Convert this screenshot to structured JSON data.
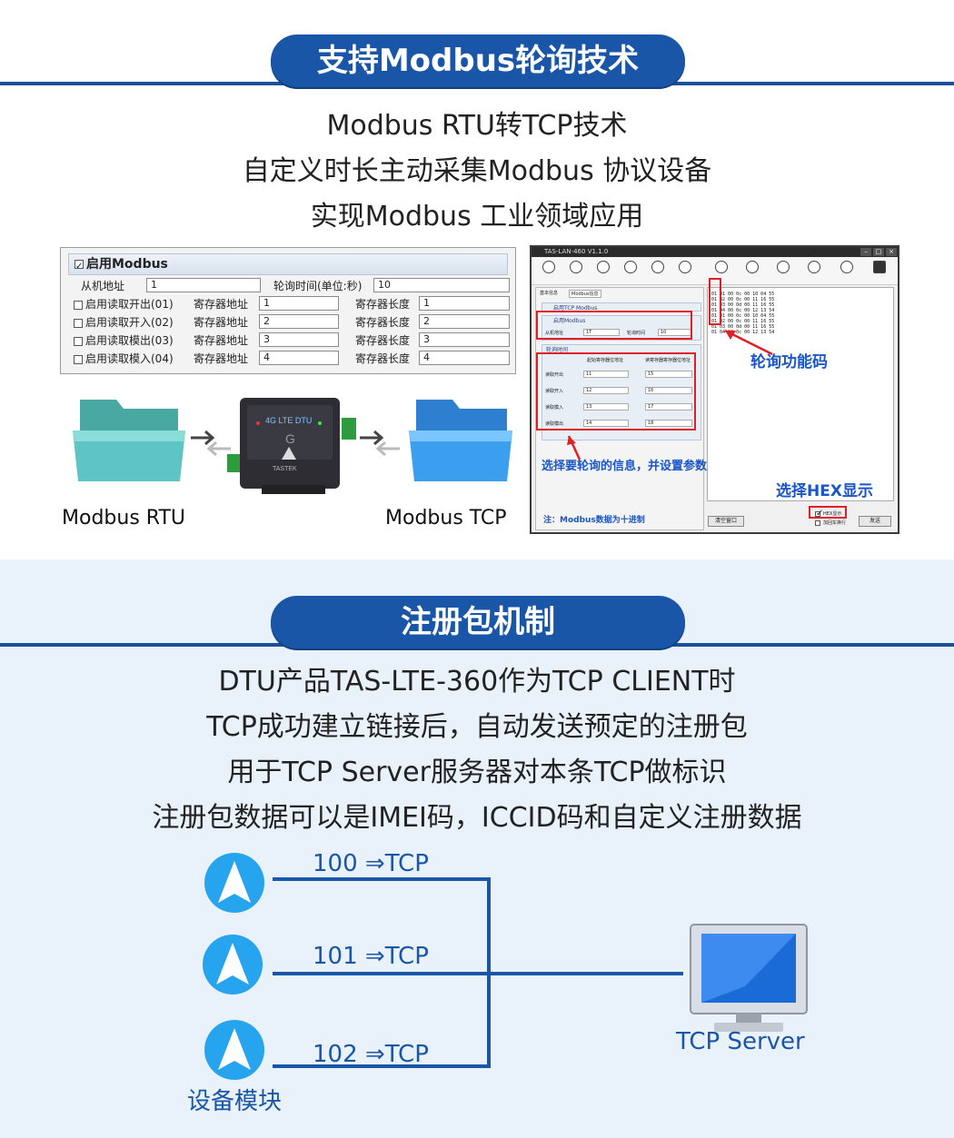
{
  "section1": {
    "title": "支持Modbus轮询技术",
    "intro": [
      "Modbus RTU转TCP技术",
      "自定义时长主动采集Modbus 协议设备",
      "实现Modbus 工业领域应用"
    ],
    "config_panel": {
      "header": "启用Modbus",
      "slave_label": "从机地址",
      "slave_value": "1",
      "poll_label": "轮询时间(单位:秒)",
      "poll_value": "10",
      "reg_addr_label": "寄存器地址",
      "reg_len_label": "寄存器长度",
      "rows": [
        {
          "label": "启用读取开出(01)",
          "addr": "1",
          "len": "1"
        },
        {
          "label": "启用读取开入(02)",
          "addr": "2",
          "len": "2"
        },
        {
          "label": "启用读取模出(03)",
          "addr": "3",
          "len": "3"
        },
        {
          "label": "启用读取模入(04)",
          "addr": "4",
          "len": "4"
        }
      ]
    },
    "device": {
      "name": "4G LTE DTU",
      "brand": "TASTEK",
      "logo_text": "G"
    },
    "left_label": "Modbus RTU",
    "right_label": "Modbus TCP",
    "software": {
      "title": "TAS-LAN-460 V1.1.0",
      "tab_basic": "基本信息",
      "tab_modbus": "Modbus信息",
      "group_enable_tcp": "启用TCP Modbus",
      "group_enable_modbus": "启用Modbus",
      "slave_label": "从机地址",
      "slave_value": "1T",
      "poll_label": "轮询时间",
      "poll_value": "10",
      "group_poll_time": "轮询时间",
      "col_start": "起始寄存器位地址",
      "col_len": "读寄存器寄存器位地址",
      "rows": [
        {
          "label": "读取开出",
          "start": "11",
          "len": "15"
        },
        {
          "label": "读取开入",
          "start": "12",
          "len": "16"
        },
        {
          "label": "读取模入",
          "start": "13",
          "len": "17"
        },
        {
          "label": "读取模出",
          "start": "14",
          "len": "18"
        }
      ],
      "note": "注：Modbus数据为十进制",
      "clear_btn": "清空窗口",
      "hex_check": "HEX显示",
      "newline_check": "加回车换行",
      "send_btn": "发送",
      "hex_lines": [
        "01 01 00 0c 00 10 04 55",
        "01 02 00 0c 00 11 16 55",
        "01 03 00 0d 00 11 16 55",
        "01 04 00 0c 00 12 13 54",
        "01 01 00 0c 00 10 04 55",
        "01 02 00 0c 00 11 16 55",
        "01 03 00 0d 00 11 16 55",
        "01 04 00 0c 00 12 13 54"
      ]
    },
    "annotations": {
      "poll_code": "轮询功能码",
      "select_info": "选择要轮询的信息，并设置参数",
      "select_hex": "选择HEX显示"
    }
  },
  "section2": {
    "title": "注册包机制",
    "intro": [
      "DTU产品TAS-LTE-360作为TCP CLIENT时",
      "TCP成功建立链接后，自动发送预定的注册包",
      "用于TCP Server服务器对本条TCP做标识",
      "注册包数据可以是IMEI码，ICCID码和自定义注册数据"
    ],
    "links": [
      {
        "id": "100",
        "proto": "TCP"
      },
      {
        "id": "101",
        "proto": "TCP"
      },
      {
        "id": "102",
        "proto": "TCP"
      }
    ],
    "device_label": "设备模块",
    "server_label": "TCP Server",
    "colors": {
      "brand": "#1a56a8",
      "accent": "#27a4ee",
      "section_bg": "#e9f2fb",
      "annotation_red": "#e01f26"
    }
  }
}
